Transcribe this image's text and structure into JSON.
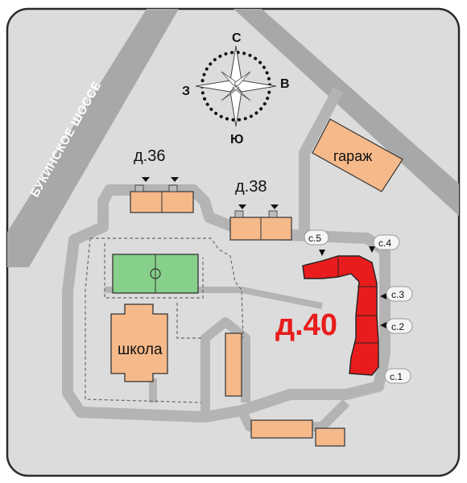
{
  "road": {
    "name": "БУКИНСКОЕ ШОССЕ"
  },
  "compass": {
    "north": "С",
    "south": "Ю",
    "west": "З",
    "east": "В"
  },
  "buildings": {
    "b36": "д.36",
    "b38": "д.38",
    "garage": "гараж",
    "school": "школа",
    "b40": "д.40"
  },
  "sections": {
    "s1": "с.1",
    "s2": "с.2",
    "s3": "с.3",
    "s4": "с.4",
    "s5": "с.5"
  },
  "colors": {
    "ground": "#dcdcdc",
    "road": "#a9a9a9",
    "path": "#bfbfbf",
    "building": "#f5b98a",
    "highlight": "#e81c1c",
    "field": "#86d08a"
  }
}
